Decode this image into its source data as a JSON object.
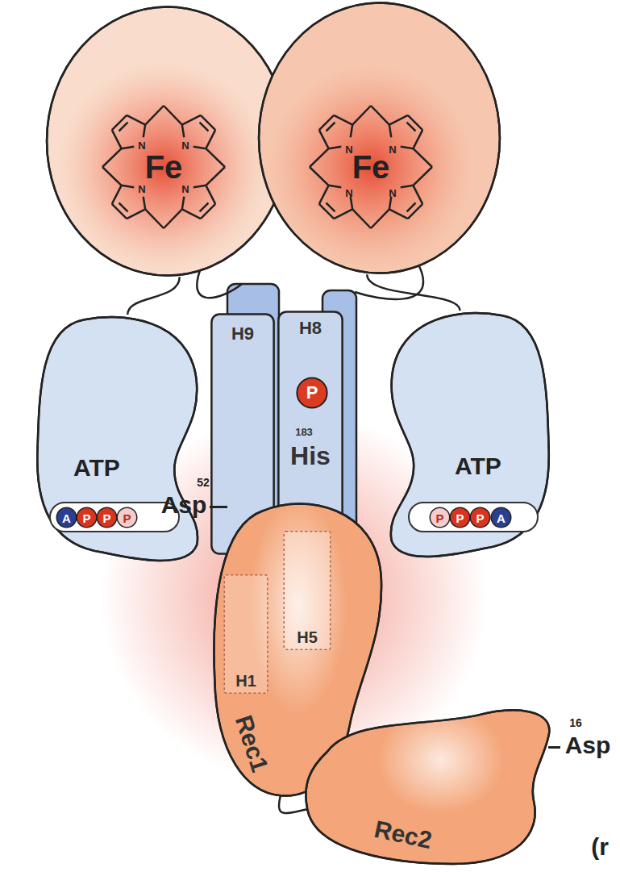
{
  "diagram": {
    "nodes": [
      {
        "text": [
          "Fe"
        ]
      },
      {
        "text": [
          "Fe"
        ]
      },
      {
        "text": [
          "H9"
        ]
      },
      {
        "text": [
          "H8",
          "183",
          "His"
        ]
      },
      {
        "text": [
          "P"
        ],
        "in": 3
      },
      {
        "text": [
          "ATP"
        ]
      },
      {
        "text": [
          "A"
        ],
        "in": 5
      },
      {
        "text": [
          "P"
        ],
        "in": 5
      },
      {
        "text": [
          "P"
        ],
        "in": 5
      },
      {
        "text": [
          "P"
        ],
        "in": 5
      },
      {
        "text": [
          "ATP"
        ]
      },
      {
        "text": [
          "P"
        ],
        "in": 10
      },
      {
        "text": [
          "P"
        ],
        "in": 10
      },
      {
        "text": [
          "P"
        ],
        "in": 10
      },
      {
        "text": [
          "A"
        ],
        "in": 10
      },
      {
        "text": [
          "Rec1"
        ]
      },
      {
        "text": [
          "H5"
        ],
        "in": 15
      },
      {
        "text": [
          "H1"
        ],
        "in": 15
      },
      {
        "text": [
          "Rec2"
        ]
      }
    ],
    "edges": [
      {
        "from": 0,
        "to": 5,
        "arrow": "none"
      },
      {
        "from": 1,
        "to": 10,
        "arrow": "none"
      },
      {
        "from": 15,
        "to": 18,
        "arrow": "none"
      }
    ],
    "labels": [
      "N",
      "N",
      "N",
      "N",
      "N",
      "N",
      "N",
      "N",
      "52",
      "Asp",
      "16",
      "Asp",
      "(r"
    ]
  }
}
